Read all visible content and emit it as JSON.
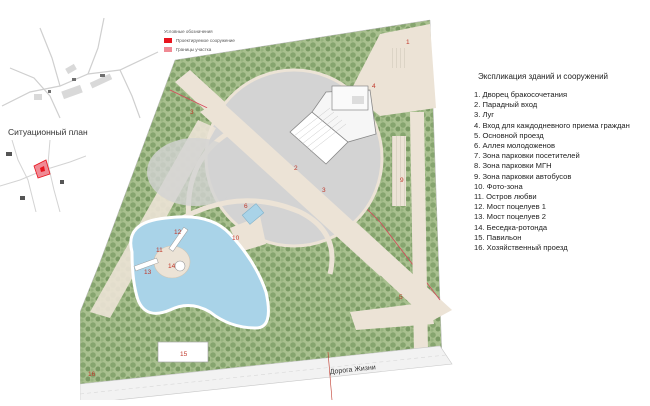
{
  "situational_plan": {
    "title": "Ситуационный план",
    "legend_title": "Условные обозначения",
    "legend_items": [
      {
        "label": "Проектируемое сооружение",
        "color": "#e8141e"
      },
      {
        "label": "Границы участка",
        "color": "#f08a94"
      }
    ]
  },
  "explication": {
    "title": "Экспликация зданий и сооружений",
    "items": [
      "1. Дворец бракосочетания",
      "2. Парадный вход",
      "3. Луг",
      "4. Вход для каждодневного приема граждан",
      "5. Основной проезд",
      "6. Аллея молодоженов",
      "7. Зона парковки посетителей",
      "8. Зона парковки МГН",
      "9. Зона парковки автобусов",
      "10. Фото-зона",
      "11. Остров любви",
      "12. Мост поцелуев 1",
      "13. Мост поцелуев 2",
      "14. Беседка-ротонда",
      "15. Павильон",
      "16. Хозяйственный проезд"
    ]
  },
  "plan": {
    "road_label": "Дорога Жизни",
    "labels": [
      "1",
      "2",
      "3",
      "3",
      "4",
      "5",
      "6",
      "9",
      "10",
      "11",
      "12",
      "13",
      "14",
      "15",
      "16"
    ]
  },
  "colors": {
    "tree": "#8fae78",
    "tree_dark": "#6f8f5c",
    "paving": "#ece3d6",
    "lawn": "#d3d3d3",
    "water": "#a9d3e8",
    "accent_red": "#e8141e",
    "label_red": "#c0392b"
  }
}
